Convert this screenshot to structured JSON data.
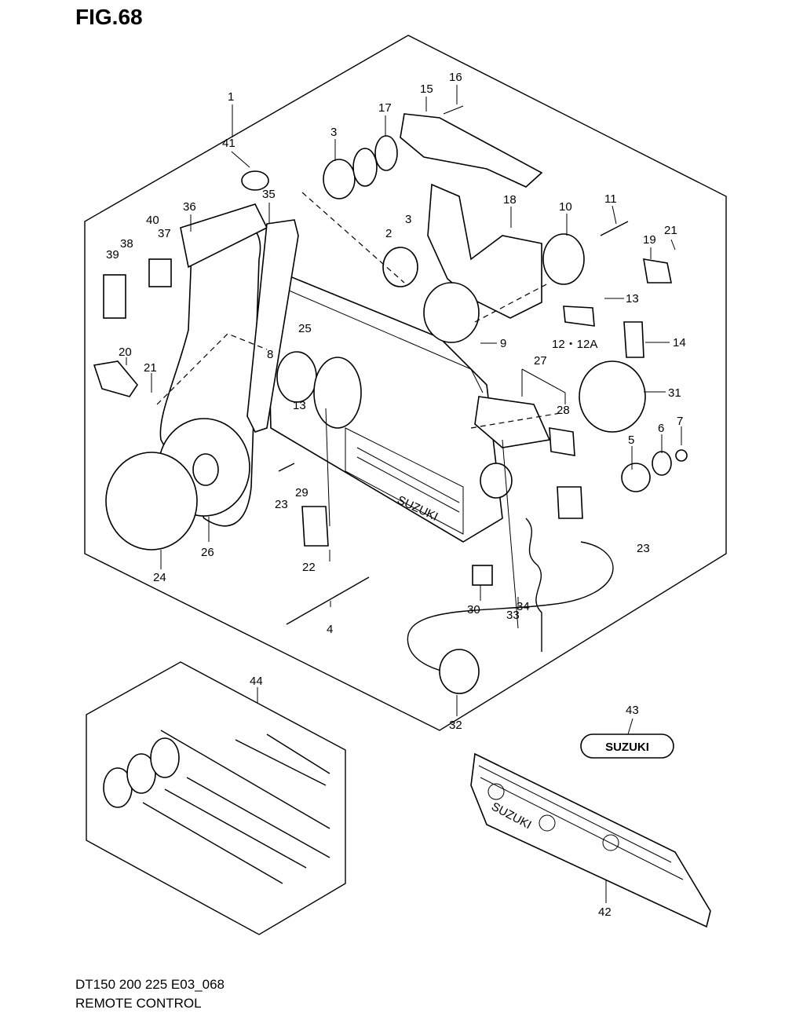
{
  "figure": {
    "title": "FIG.68",
    "model_code": "DT150 200 225 E03_068",
    "diagram_name": "REMOTE CONTROL"
  },
  "parts": [
    {
      "id": "p1",
      "label": "1"
    },
    {
      "id": "p2",
      "label": "2"
    },
    {
      "id": "p3a",
      "label": "3"
    },
    {
      "id": "p3b",
      "label": "3"
    },
    {
      "id": "p4",
      "label": "4"
    },
    {
      "id": "p5",
      "label": "5"
    },
    {
      "id": "p6",
      "label": "6"
    },
    {
      "id": "p7",
      "label": "7"
    },
    {
      "id": "p8",
      "label": "8"
    },
    {
      "id": "p9",
      "label": "9"
    },
    {
      "id": "p10",
      "label": "10"
    },
    {
      "id": "p11",
      "label": "11"
    },
    {
      "id": "p12",
      "label": "12・12A"
    },
    {
      "id": "p13a",
      "label": "13"
    },
    {
      "id": "p13b",
      "label": "13"
    },
    {
      "id": "p14",
      "label": "14"
    },
    {
      "id": "p15",
      "label": "15"
    },
    {
      "id": "p16",
      "label": "16"
    },
    {
      "id": "p17",
      "label": "17"
    },
    {
      "id": "p18",
      "label": "18"
    },
    {
      "id": "p19",
      "label": "19"
    },
    {
      "id": "p20",
      "label": "20"
    },
    {
      "id": "p21a",
      "label": "21"
    },
    {
      "id": "p21b",
      "label": "21"
    },
    {
      "id": "p22",
      "label": "22"
    },
    {
      "id": "p23a",
      "label": "23"
    },
    {
      "id": "p23b",
      "label": "23"
    },
    {
      "id": "p24",
      "label": "24"
    },
    {
      "id": "p25",
      "label": "25"
    },
    {
      "id": "p26",
      "label": "26"
    },
    {
      "id": "p27",
      "label": "27"
    },
    {
      "id": "p28",
      "label": "28"
    },
    {
      "id": "p29",
      "label": "29"
    },
    {
      "id": "p30",
      "label": "30"
    },
    {
      "id": "p31",
      "label": "31"
    },
    {
      "id": "p32",
      "label": "32"
    },
    {
      "id": "p33",
      "label": "33"
    },
    {
      "id": "p34",
      "label": "34"
    },
    {
      "id": "p35",
      "label": "35"
    },
    {
      "id": "p36",
      "label": "36"
    },
    {
      "id": "p37",
      "label": "37"
    },
    {
      "id": "p38",
      "label": "38"
    },
    {
      "id": "p39",
      "label": "39"
    },
    {
      "id": "p40",
      "label": "40"
    },
    {
      "id": "p41",
      "label": "41"
    },
    {
      "id": "p42",
      "label": "42"
    },
    {
      "id": "p43",
      "label": "43"
    },
    {
      "id": "p44",
      "label": "44"
    }
  ],
  "brand_marks": {
    "emblem": "SUZUKI",
    "housing": "SUZUKI",
    "plate": "SUZUKI"
  }
}
